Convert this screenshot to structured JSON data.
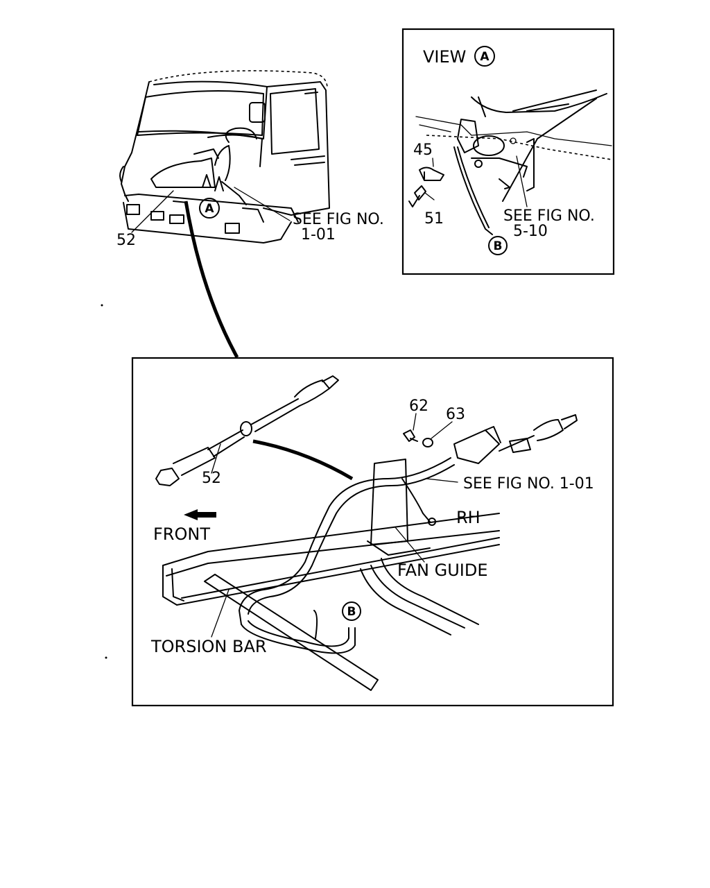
{
  "view_a": {
    "title": "VIEW",
    "title_letter": "A",
    "part_45": "45",
    "part_51": "51",
    "see_fig_line1": "SEE FIG NO.",
    "see_fig_line2": "5-10",
    "marker_b": "B"
  },
  "cab": {
    "marker_a": "A",
    "part_52": "52",
    "see_fig_line1": "SEE FIG NO.",
    "see_fig_line2": "1-01"
  },
  "detail": {
    "part_62": "62",
    "part_63": "63",
    "part_52": "52",
    "see_fig": "SEE FIG NO. 1-01",
    "front": "FRONT",
    "rh": "RH",
    "fan_guide": "FAN GUIDE",
    "torsion_bar": "TORSION BAR",
    "marker_b": "B"
  }
}
